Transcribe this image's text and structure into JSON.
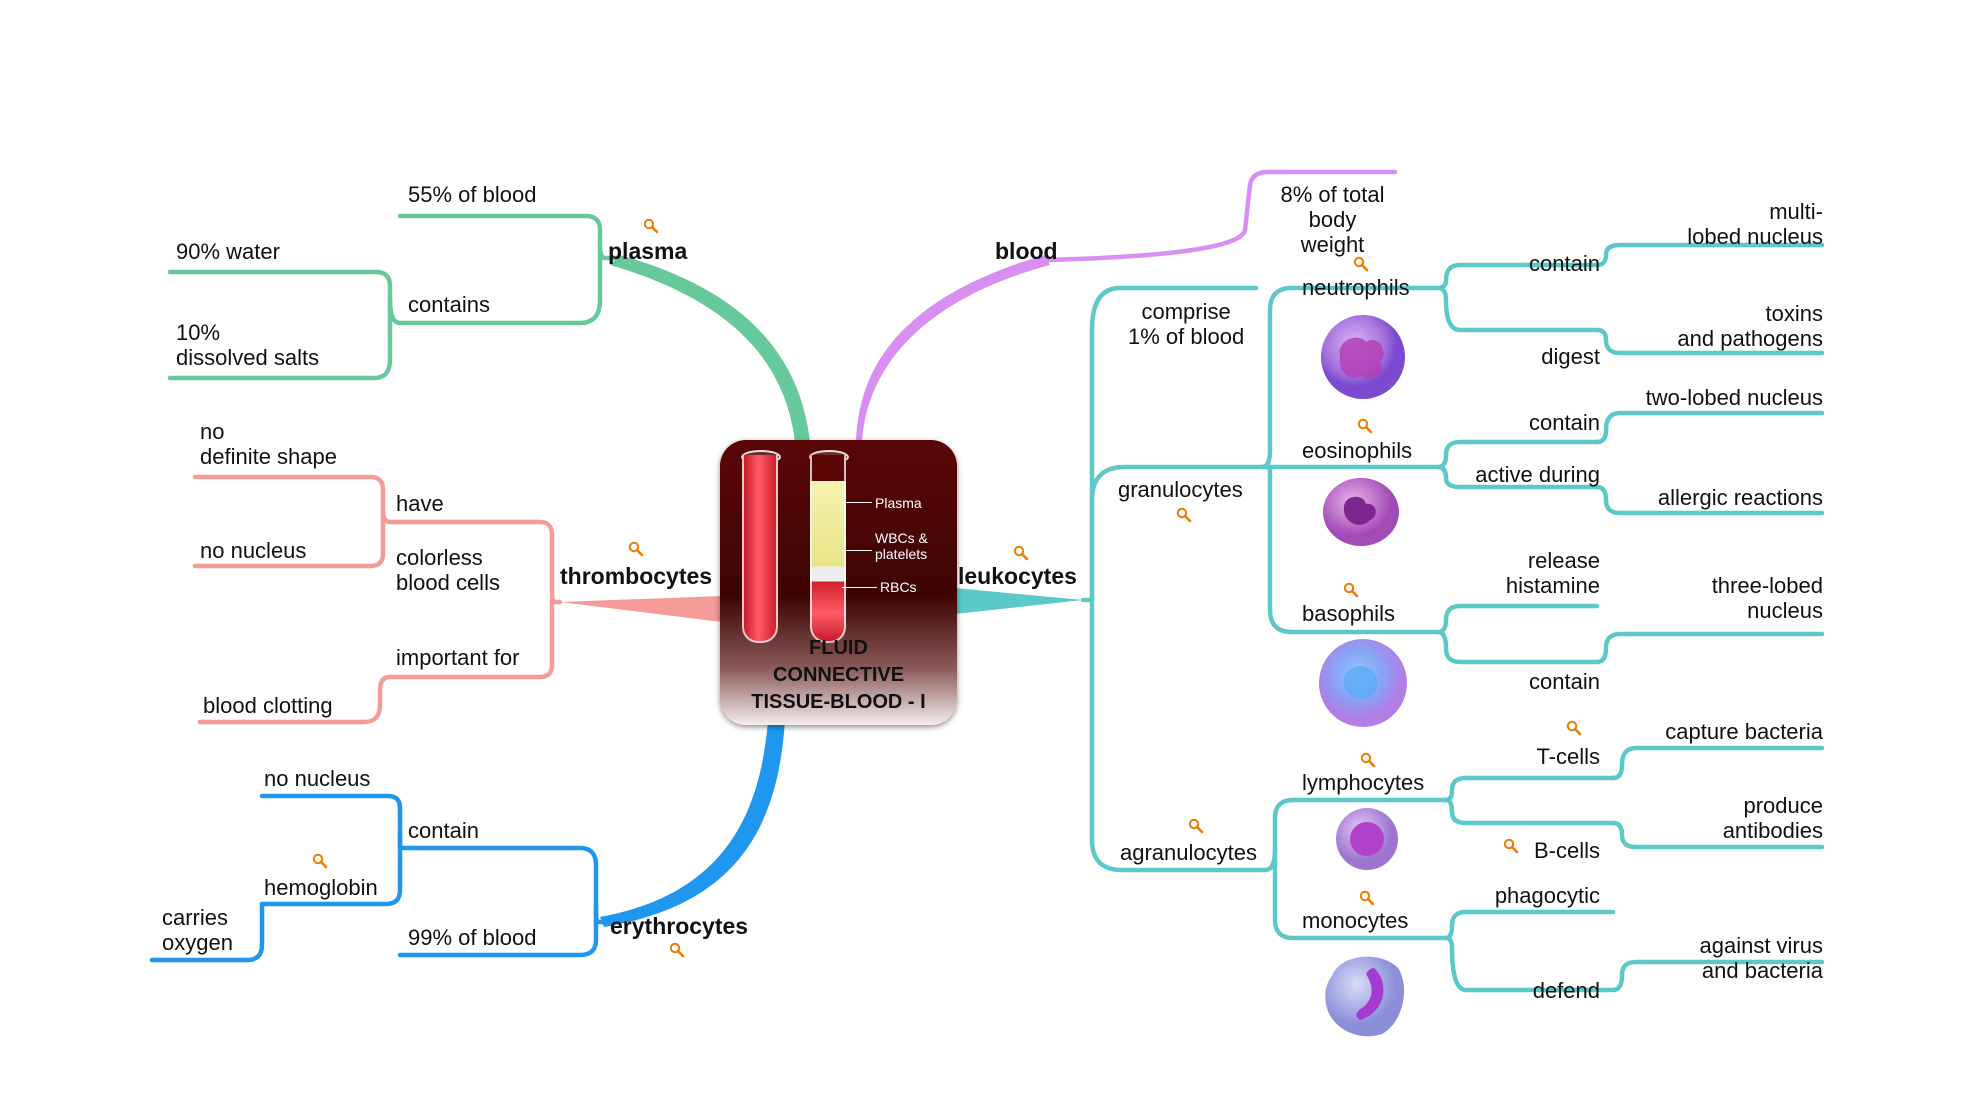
{
  "colors": {
    "plasma": "#67c99a",
    "blood": "#d98ef2",
    "thrombocytes": "#f59b98",
    "erythrocytes": "#1f97ef",
    "leukocytes": "#5cc8c8",
    "search_icon": "#f07a00"
  },
  "center": {
    "title": "FLUID\nCONNECTIVE\nTISSUE-BLOOD - I",
    "tube_labels": {
      "plasma": "Plasma",
      "wbc": "WBCs &\nplatelets",
      "rbc": "RBCs"
    }
  },
  "plasma": {
    "title": "plasma",
    "pct": "55% of blood",
    "contains": "contains",
    "water": "90% water",
    "salts": "10%\ndissolved salts"
  },
  "blood": {
    "title": "blood",
    "weight": "8% of total\nbody weight"
  },
  "thrombocytes": {
    "title": "thrombocytes",
    "have": "have",
    "no_shape": "no\ndefinite shape",
    "no_nucleus": "no nucleus",
    "colorless": "colorless\nblood cells",
    "important": "important for",
    "clotting": "blood clotting"
  },
  "erythrocytes": {
    "title": "erythrocytes",
    "contain": "contain",
    "no_nucleus": "no nucleus",
    "hemoglobin": "hemoglobin",
    "carries": "carries\noxygen",
    "pct": "99% of blood"
  },
  "leukocytes": {
    "title": "leukocytes",
    "comprise": "comprise\n1% of blood",
    "granulocytes": "granulocytes",
    "agranulocytes": "agranulocytes",
    "neutrophils": {
      "title": "neutrophils",
      "contain": "contain",
      "lobed": "multi-\nlobed nucleus",
      "digest": "digest",
      "toxins": "toxins\nand pathogens"
    },
    "eosinophils": {
      "title": "eosinophils",
      "contain": "contain",
      "two_lobed": "two-lobed nucleus",
      "active": "active during",
      "allergic": "allergic reactions"
    },
    "basophils": {
      "title": "basophils",
      "release": "release\nhistamine",
      "contain": "contain",
      "three_lobed": "three-lobed\nnucleus"
    },
    "lymphocytes": {
      "title": "lymphocytes",
      "tcells": "T-cells",
      "capture": "capture bacteria",
      "bcells": "B-cells",
      "antibodies": "produce\nantibodies"
    },
    "monocytes": {
      "title": "monocytes",
      "phagocytic": "phagocytic",
      "defend": "defend",
      "virus": "against virus\nand bacteria"
    }
  }
}
